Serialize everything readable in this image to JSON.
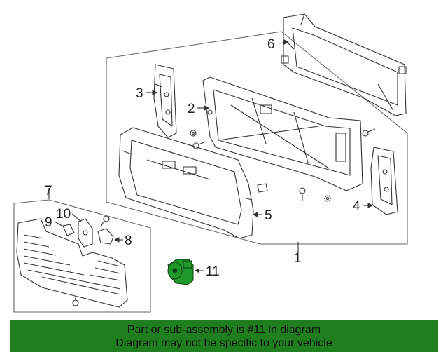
{
  "callouts": {
    "c1": "1",
    "c2": "2",
    "c3": "3",
    "c4": "4",
    "c5": "5",
    "c6": "6",
    "c7": "7",
    "c8": "8",
    "c9": "9",
    "c10": "10",
    "c11": "11"
  },
  "banner": {
    "line1": "Part or sub-assembly is #11 in diagram",
    "line2": "Diagram may not be specific to your vehicle"
  },
  "colors": {
    "banner_bg": "#1f7f1f",
    "highlight_part": "#1f9a2a",
    "line_art": "#333333"
  }
}
